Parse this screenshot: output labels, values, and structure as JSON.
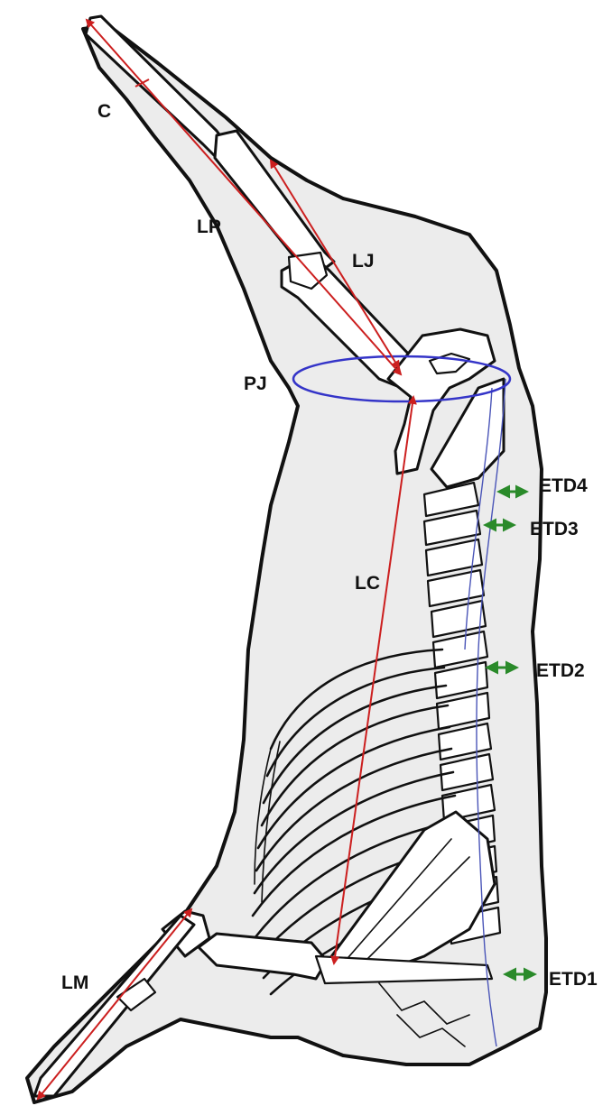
{
  "diagram": {
    "labels": {
      "c": "C",
      "lp": "LP",
      "lj": "LJ",
      "pj": "PJ",
      "lc": "LC",
      "lm": "LM",
      "etd1": "ETD1",
      "etd2": "ETD2",
      "etd3": "ETD3",
      "etd4": "ETD4"
    },
    "colors": {
      "measure_line": "#cc1f1f",
      "fat_arrow": "#2a8a2a",
      "perimeter_ellipse": "#3434c8",
      "outline": "#111111",
      "carcass_fill": "#ececec"
    }
  }
}
